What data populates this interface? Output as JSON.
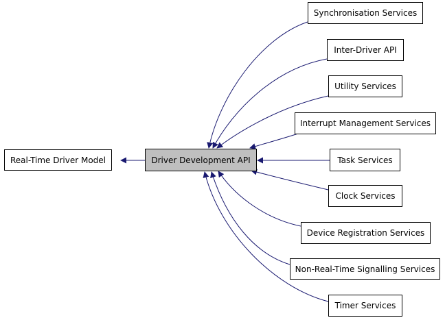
{
  "colors": {
    "edge": "#191970",
    "center_fill": "#bfbfbf",
    "node_fill": "#ffffff",
    "border": "#000000"
  },
  "parent": {
    "label": "Real-Time Driver Model"
  },
  "center": {
    "label": "Driver Development API"
  },
  "children": [
    {
      "label": "Synchronisation Services"
    },
    {
      "label": "Inter-Driver API"
    },
    {
      "label": "Utility Services"
    },
    {
      "label": "Interrupt Management Services"
    },
    {
      "label": "Task Services"
    },
    {
      "label": "Clock Services"
    },
    {
      "label": "Device Registration Services"
    },
    {
      "label": "Non-Real-Time Signalling Services"
    },
    {
      "label": "Timer Services"
    }
  ]
}
